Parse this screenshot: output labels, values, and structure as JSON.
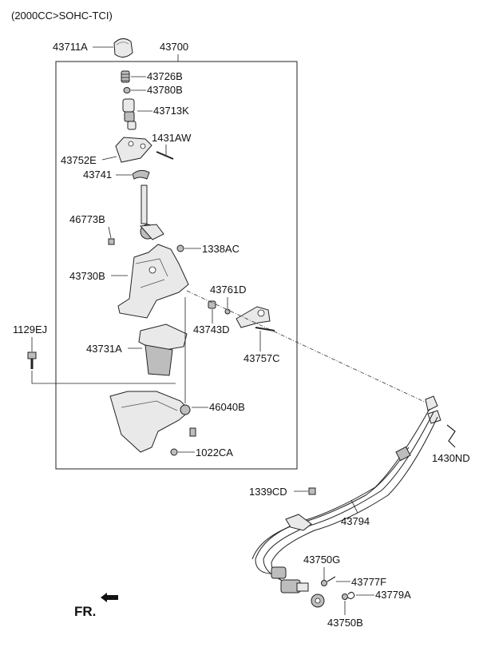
{
  "header": "(2000CC>SOHC-TCI)",
  "assembly": "43700",
  "direction_label": "FR.",
  "parts": [
    "43711A",
    "43726B",
    "43780B",
    "43713K",
    "1431AW",
    "43752E",
    "43741",
    "46773B",
    "1338AC",
    "43730B",
    "43761D",
    "43743D",
    "43757C",
    "1129EJ",
    "43731A",
    "46040B",
    "1022CA",
    "1430ND",
    "1339CD",
    "43794",
    "43750G",
    "43777F",
    "43779A",
    "43750B"
  ]
}
